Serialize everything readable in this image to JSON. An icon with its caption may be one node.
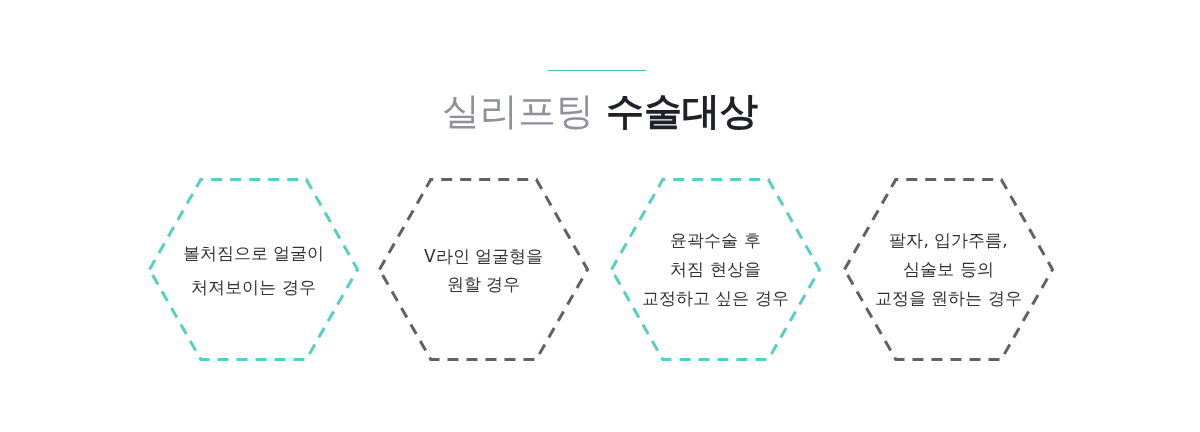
{
  "diagram": {
    "title": "실리프팅 **수술대상**",
    "nodes": [
      {
        "text": [
          "볼처짐으로 얼굴이 처져보이는 경우"
        ]
      },
      {
        "text": [
          "V라인 얼굴형을 원할 경우"
        ]
      },
      {
        "text": [
          "윤곽수술 후 처짐 현상을 교정하고 싶은 경우"
        ]
      },
      {
        "text": [
          "팔자, 입가주름, 심술보 등의 교정을 원하는 경우"
        ]
      }
    ]
  }
}
